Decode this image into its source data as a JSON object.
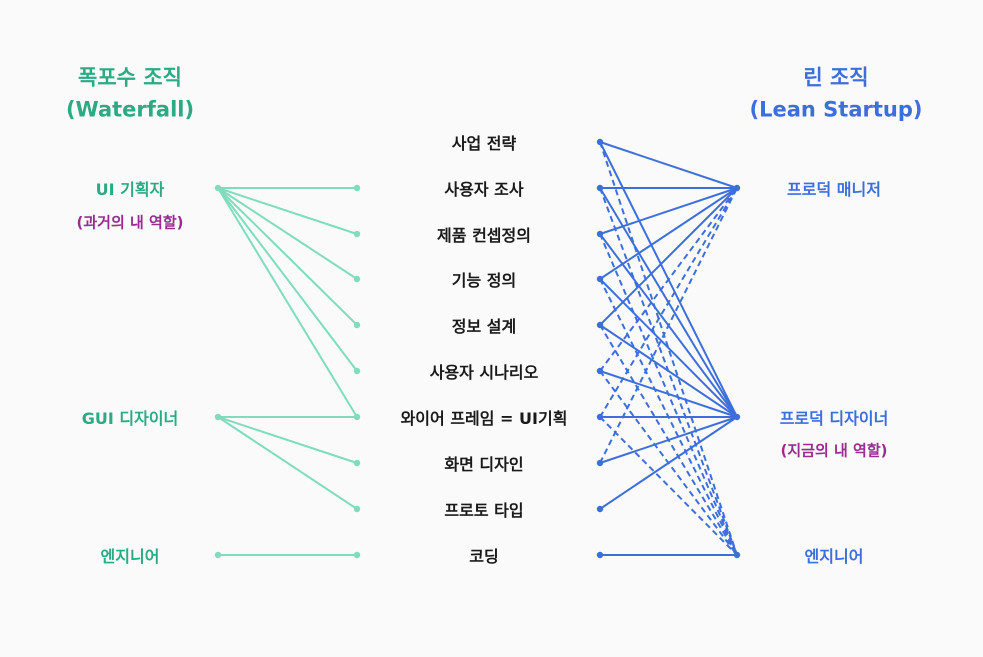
{
  "waterfall": {
    "title": "폭포수 조직",
    "subtitle": "(Waterfall)",
    "roles": [
      {
        "label": "UI 기획자",
        "note": "(과거의 내 역할)"
      },
      {
        "label": "GUI 디자이너",
        "note": ""
      },
      {
        "label": "엔지니어",
        "note": ""
      }
    ]
  },
  "lean": {
    "title": "린 조직",
    "subtitle": "(Lean Startup)",
    "roles": [
      {
        "label": "프로덕 매니저",
        "note": ""
      },
      {
        "label": "프로덕 디자이너",
        "note": "(지금의 내 역할)"
      },
      {
        "label": "엔지니어",
        "note": ""
      }
    ]
  },
  "tasks": [
    "사업 전략",
    "사용자 조사",
    "제품 컨셉정의",
    "기능 정의",
    "정보 설계",
    "사용자 시나리오",
    "와이어 프레임 = UI기획",
    "화면 디자인",
    "프로토 타입",
    "코딩"
  ],
  "colors": {
    "waterfall": "#7fdcbd",
    "waterfall_text": "#2baa84",
    "lean": "#3d6fdc",
    "note": "#9a2c8f"
  },
  "links": {
    "waterfall": [
      {
        "role": 0,
        "task": 1
      },
      {
        "role": 0,
        "task": 2
      },
      {
        "role": 0,
        "task": 3
      },
      {
        "role": 0,
        "task": 4
      },
      {
        "role": 0,
        "task": 5
      },
      {
        "role": 0,
        "task": 6
      },
      {
        "role": 1,
        "task": 6
      },
      {
        "role": 1,
        "task": 7
      },
      {
        "role": 1,
        "task": 8
      },
      {
        "role": 2,
        "task": 9
      }
    ],
    "lean": [
      {
        "task": 0,
        "role": 0,
        "style": "solid"
      },
      {
        "task": 1,
        "role": 0,
        "style": "solid"
      },
      {
        "task": 2,
        "role": 0,
        "style": "solid"
      },
      {
        "task": 3,
        "role": 0,
        "style": "solid"
      },
      {
        "task": 4,
        "role": 0,
        "style": "solid"
      },
      {
        "task": 5,
        "role": 0,
        "style": "dashed"
      },
      {
        "task": 6,
        "role": 0,
        "style": "dashed"
      },
      {
        "task": 7,
        "role": 0,
        "style": "dashed"
      },
      {
        "task": 0,
        "role": 1,
        "style": "solid"
      },
      {
        "task": 1,
        "role": 1,
        "style": "solid"
      },
      {
        "task": 2,
        "role": 1,
        "style": "solid"
      },
      {
        "task": 3,
        "role": 1,
        "style": "solid"
      },
      {
        "task": 4,
        "role": 1,
        "style": "solid"
      },
      {
        "task": 5,
        "role": 1,
        "style": "solid"
      },
      {
        "task": 6,
        "role": 1,
        "style": "solid"
      },
      {
        "task": 7,
        "role": 1,
        "style": "solid"
      },
      {
        "task": 8,
        "role": 1,
        "style": "solid"
      },
      {
        "task": 0,
        "role": 2,
        "style": "dashed"
      },
      {
        "task": 1,
        "role": 2,
        "style": "dashed"
      },
      {
        "task": 2,
        "role": 2,
        "style": "dashed"
      },
      {
        "task": 3,
        "role": 2,
        "style": "dashed"
      },
      {
        "task": 4,
        "role": 2,
        "style": "dashed"
      },
      {
        "task": 5,
        "role": 2,
        "style": "dashed"
      },
      {
        "task": 6,
        "role": 2,
        "style": "dashed"
      },
      {
        "task": 9,
        "role": 2,
        "style": "solid"
      }
    ]
  }
}
